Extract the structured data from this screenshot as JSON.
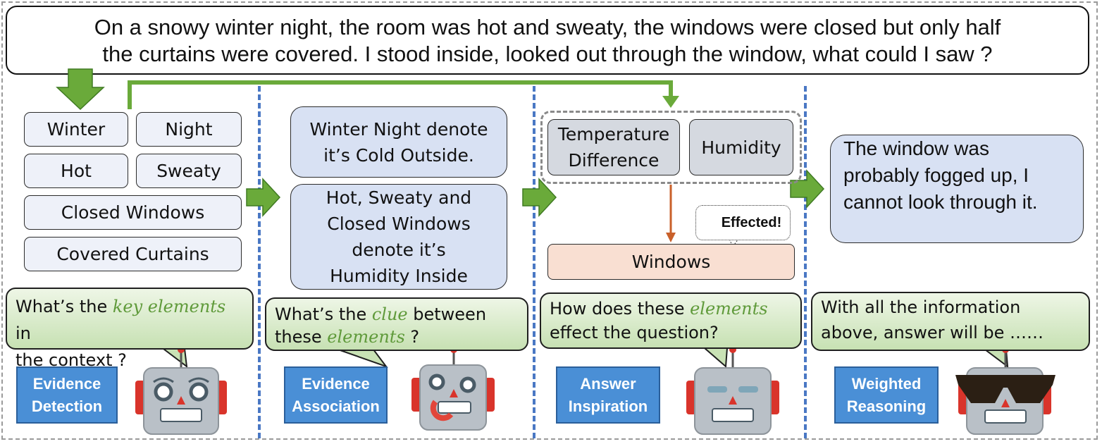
{
  "question": {
    "line1": "On a snowy winter night, the room was hot and sweaty, the windows were closed but only half",
    "line2": "the curtains were covered. I stood inside, looked out through the window, what could I saw ?"
  },
  "stage1": {
    "keywords": [
      "Winter",
      "Night",
      "Hot",
      "Sweaty",
      "Closed Windows",
      "Covered Curtains"
    ],
    "bubble": {
      "pre": "What’s the ",
      "hl": "key elements",
      "mid": " in",
      "post": "the context ?"
    },
    "label_line1": "Evidence",
    "label_line2": "Detection"
  },
  "stage2": {
    "clue1_line1": "Winter Night denote",
    "clue1_line2": "it’s Cold Outside.",
    "clue2_lines": [
      "Hot, Sweaty and",
      "Closed Windows",
      "denote it’s",
      "Humidity Inside"
    ],
    "bubble": {
      "pre": "What’s the ",
      "hl": "clue",
      "mid": " between",
      "post_pre": "these ",
      "post_hl": "elements",
      "post_end": " ?"
    },
    "label_line1": "Evidence",
    "label_line2": "Association"
  },
  "stage3": {
    "factor1_line1": "Temperature",
    "factor1_line2": "Difference",
    "factor2": "Humidity",
    "effected": "Effected!",
    "target": "Windows",
    "bubble": {
      "pre": "How does these ",
      "hl": "elements",
      "post": "effect the question?"
    },
    "label_line1": "Answer",
    "label_line2": "Inspiration"
  },
  "stage4": {
    "answer_lines": [
      "The window was",
      "probably fogged up, I",
      "cannot look through it."
    ],
    "bubble": {
      "line1": "With all the information",
      "line2": "above, answer will be ……"
    },
    "label_line1": "Weighted",
    "label_line2": "Reasoning"
  },
  "colors": {
    "arrow_green": "#6aaa3a",
    "separator_blue": "#4a78c4",
    "stage_blue": "#4a8fd6",
    "robot_red": "#d9342b",
    "robot_grey": "#b9c0c7"
  }
}
